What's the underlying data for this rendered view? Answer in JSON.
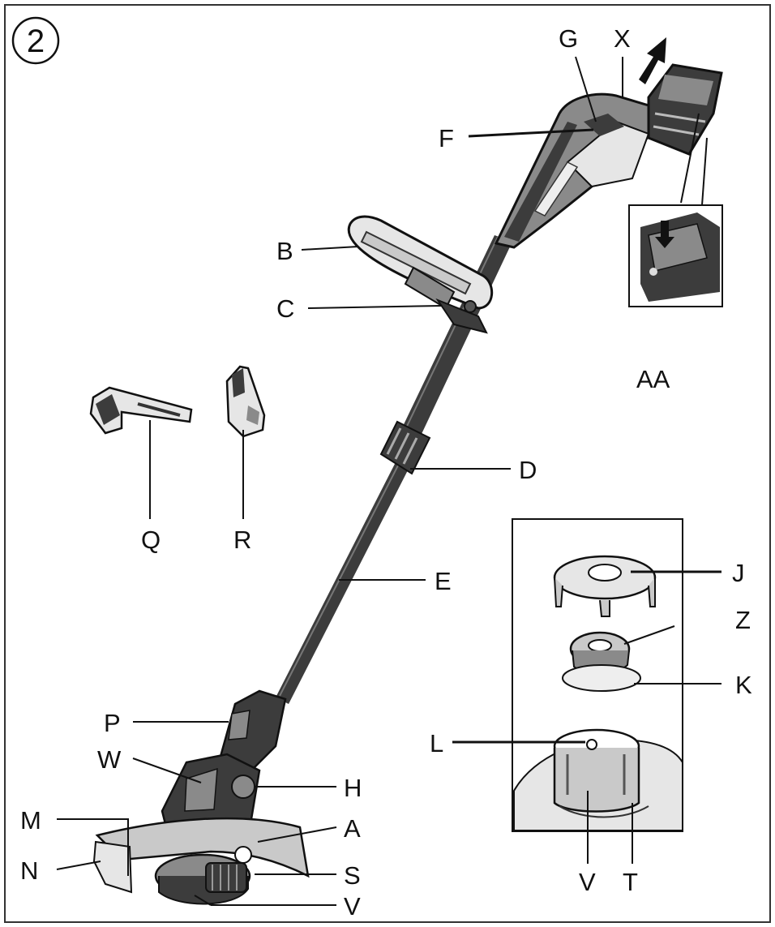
{
  "figure": {
    "step_number": "2",
    "labels": {
      "G": "G",
      "X": "X",
      "F": "F",
      "B": "B",
      "C": "C",
      "AA": "AA",
      "Q": "Q",
      "R": "R",
      "D": "D",
      "E": "E",
      "J": "J",
      "Z": "Z",
      "K": "K",
      "L": "L",
      "P": "P",
      "W": "W",
      "H": "H",
      "M": "M",
      "A": "A",
      "N": "N",
      "S": "S",
      "V": "V",
      "V2": "V",
      "T": "T"
    }
  },
  "colors": {
    "ink": "#111111",
    "dark": "#3c3c3c",
    "mid": "#8a8a8a",
    "light": "#c9c9c9"
  }
}
